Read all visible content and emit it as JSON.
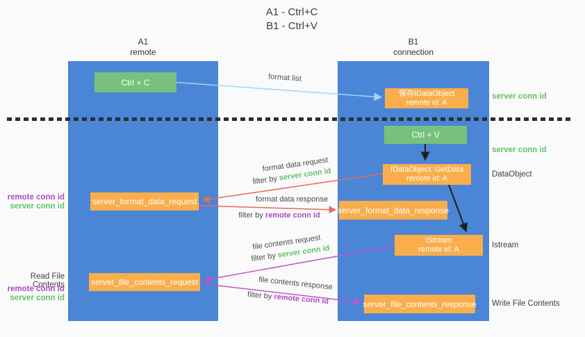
{
  "title": {
    "line1": "A1 - Ctrl+C",
    "line2": "B1 - Ctrl+V"
  },
  "columns": {
    "a1": {
      "name": "A1",
      "role": "remote"
    },
    "b1": {
      "name": "B1",
      "role": "connection"
    }
  },
  "nodes": {
    "ctrl_c": "Ctrl + C",
    "ctrl_v": "Ctrl + V",
    "save_idataobject": {
      "line1": "保存IDataObject",
      "line2": "remote id: A"
    },
    "idataobject_getdata": {
      "line1": "IDataObject::GetData",
      "line2": "remote id: A"
    },
    "istream": {
      "line1": "IStream",
      "line2": "remote id: A"
    },
    "server_format_data_request": "server_format_data_request",
    "server_format_data_response": "server_format_data_response",
    "server_file_contents_request": "server_file_contents_request",
    "server_file_contents_response": "server_file_contents_response"
  },
  "edge_labels": {
    "format_list": "format list",
    "format_data_request": "format data request",
    "format_data_request_filter": {
      "prefix": "filter by ",
      "id": "server conn id"
    },
    "format_data_response": "format data response",
    "format_data_response_filter": {
      "prefix": "filter by ",
      "id": "remote conn id"
    },
    "file_contents_request": "file contents request",
    "file_contents_request_filter": {
      "prefix": "filter by ",
      "id": "server conn id"
    },
    "file_contents_response": "file contents response",
    "file_contents_response_filter": {
      "prefix": "filter by ",
      "id": "remote conn id"
    }
  },
  "side_labels": {
    "right_server_conn_id_top": "server conn id",
    "right_server_conn_id_mid": "server conn id",
    "right_dataobject": "DataObject",
    "right_istream": "Istream",
    "right_write_file_contents": "Write File Contents",
    "left_remote_conn_id_top": "remote conn id",
    "left_server_conn_id_top": "server conn id",
    "left_read_file_contents": "Read File Contents",
    "left_remote_conn_id_bottom": "remote conn id",
    "left_server_conn_id_bottom": "server conn id"
  },
  "colors": {
    "column_blue": "#4a85d6",
    "box_green": "#77c17d",
    "box_orange": "#f9ae4b",
    "green_id_text": "#63c169",
    "purple_id_text": "#ab4bc4",
    "salmon_arrow": "#e96a5e",
    "magenta_arrow": "#c353c9",
    "lightblue_arrow": "#a5d3f1",
    "black_arrow": "#1f1f1f",
    "divider_dark": "#2d2d2d"
  }
}
